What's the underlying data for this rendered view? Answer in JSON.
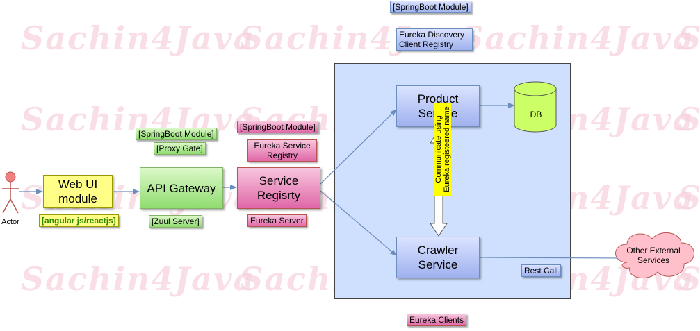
{
  "watermark": "Sachin4Java",
  "actor": {
    "label": "Actor"
  },
  "web_ui": {
    "title": "Web UI module",
    "tech_label": "[angular js/reactjs]"
  },
  "api_gateway": {
    "title": "API Gateway",
    "labels": [
      "[SpringBoot Module]",
      "[Proxy Gate]",
      "[Zuul Server]"
    ]
  },
  "service_registry": {
    "title": "Service Regisrty",
    "labels": [
      "[SpringBoot Module]",
      "Eureka Service Registry",
      "Eureka Server"
    ]
  },
  "top_labels": {
    "springboot_module": "[SpringBoot Module]",
    "discovery_client": "Eureka Discovery Client Registry"
  },
  "product_service": {
    "title": "Product Service"
  },
  "crawler_service": {
    "title": "Crawler Service"
  },
  "db": {
    "label": "DB"
  },
  "communication_note": "Communicate using Eureka registeered name",
  "rest_call": "Rest Call",
  "external_services": "Other External Services",
  "eureka_clients": "Eureka Clients",
  "colors": {
    "blue": "#9fb1ee",
    "green": "#8fdc70",
    "pink": "#e067a8",
    "yellow": "#ffff88",
    "container": "#cfe0ff",
    "edge": "#6c8ebf"
  }
}
